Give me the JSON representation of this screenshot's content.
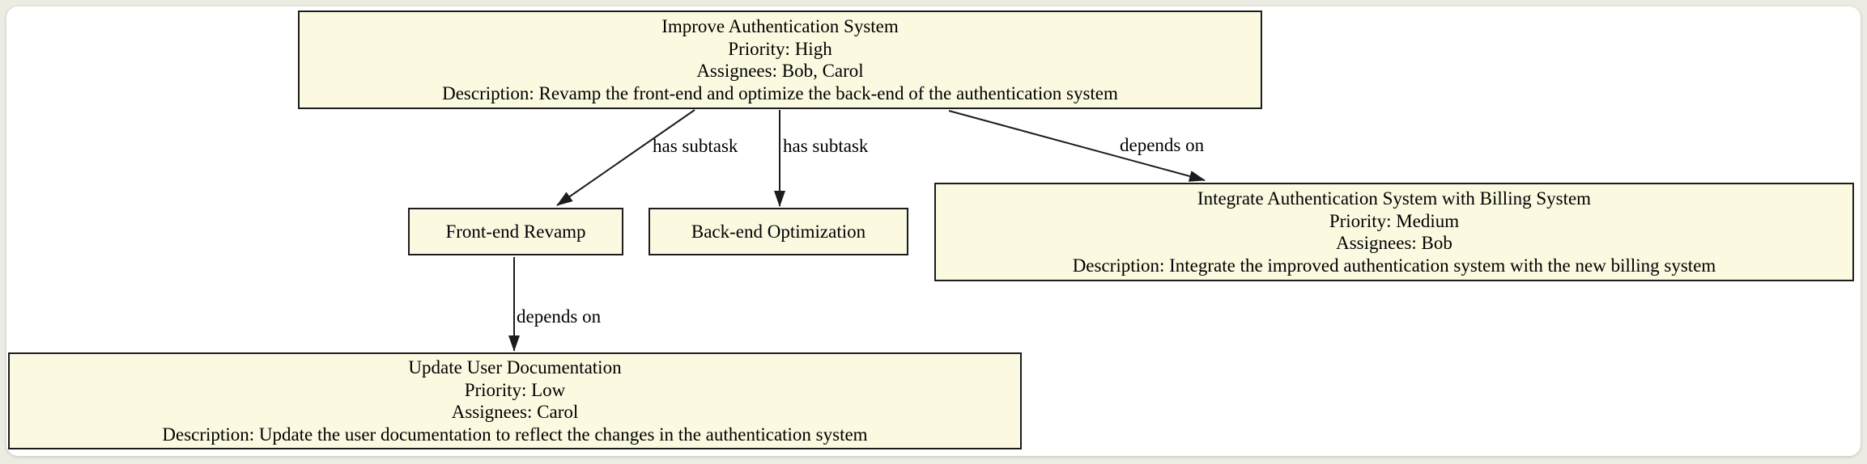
{
  "colors": {
    "page_background": "#edece3",
    "canvas_background": "#ffffff",
    "node_fill": "#fbfae1",
    "node_border": "#1c1c1c",
    "edge_color": "#1c1c1c",
    "text_color": "#000000"
  },
  "nodes": {
    "improve_auth": {
      "title": "Improve Authentication System",
      "priority": "Priority: High",
      "assignees": "Assignees: Bob, Carol",
      "description": "Description: Revamp the front-end and optimize the back-end of the authentication system"
    },
    "frontend_revamp": {
      "title": "Front-end Revamp"
    },
    "backend_optimization": {
      "title": "Back-end Optimization"
    },
    "integrate_billing": {
      "title": "Integrate Authentication System with Billing System",
      "priority": "Priority: Medium",
      "assignees": "Assignees: Bob",
      "description": "Description: Integrate the improved authentication system with the new billing system"
    },
    "update_docs": {
      "title": "Update User Documentation",
      "priority": "Priority: Low",
      "assignees": "Assignees: Carol",
      "description": "Description: Update the user documentation to reflect the changes in the authentication system"
    }
  },
  "edges": {
    "improve_to_frontend": {
      "label": "has subtask"
    },
    "improve_to_backend": {
      "label": "has subtask"
    },
    "improve_to_integrate": {
      "label": "depends on"
    },
    "frontend_to_docs": {
      "label": "depends on"
    }
  }
}
